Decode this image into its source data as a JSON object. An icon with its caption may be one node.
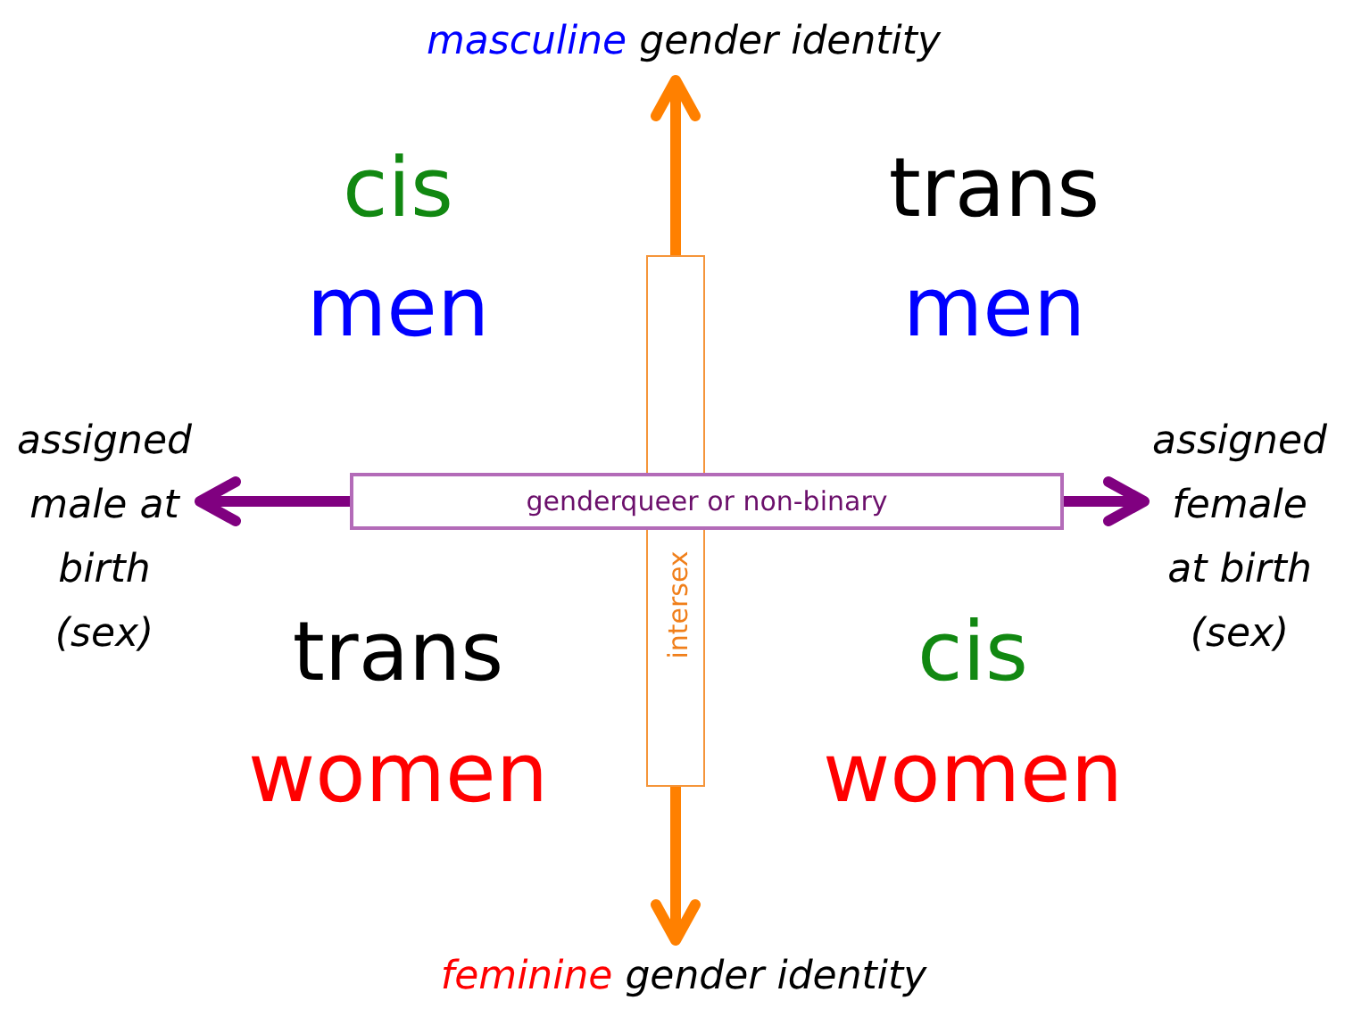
{
  "diagram": {
    "nodes": [
      {
        "text": [
          "masculine",
          "gender identity"
        ]
      },
      {
        "text": [
          "intersex"
        ]
      },
      {
        "text": [
          "assigned male at birth (sex)"
        ]
      },
      {
        "text": [
          "genderqueer or non-binary"
        ]
      },
      {
        "text": [
          "assigned female at birth (sex)"
        ]
      },
      {
        "text": [
          "feminine",
          "gender identity"
        ]
      }
    ],
    "edges": [
      {
        "from": 1,
        "to": 0,
        "arrow": "to",
        "color": "#ff8000"
      },
      {
        "from": 3,
        "to": 2,
        "arrow": "to",
        "color": "#800080"
      },
      {
        "from": 3,
        "to": 4,
        "arrow": "to",
        "color": "#800080"
      },
      {
        "from": 1,
        "to": 5,
        "arrow": "to",
        "color": "#ff8000"
      }
    ],
    "labels": [
      "cis",
      "trans",
      "men",
      "men",
      "trans",
      "cis",
      "women",
      "women"
    ]
  }
}
